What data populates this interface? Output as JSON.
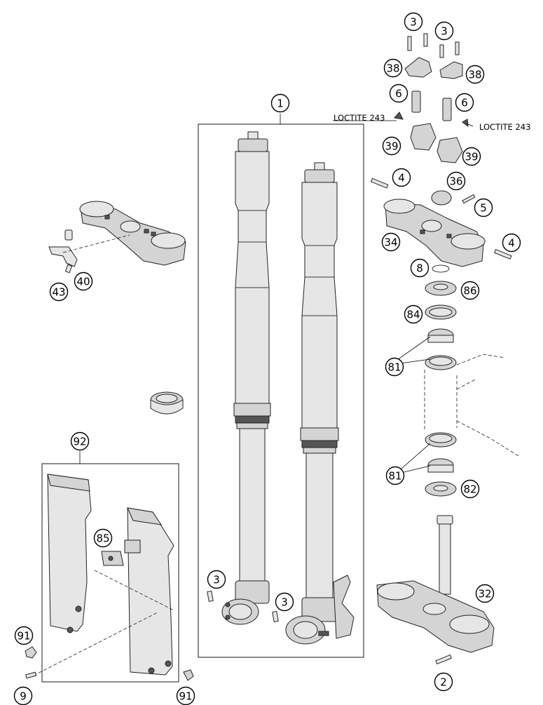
{
  "callouts": [
    {
      "id": "c1",
      "label": "1"
    },
    {
      "id": "c2",
      "label": "2"
    },
    {
      "id": "c3a",
      "label": "3"
    },
    {
      "id": "c3b",
      "label": "3"
    },
    {
      "id": "c3c",
      "label": "3"
    },
    {
      "id": "c3d",
      "label": "3"
    },
    {
      "id": "c4a",
      "label": "4"
    },
    {
      "id": "c4b",
      "label": "4"
    },
    {
      "id": "c5",
      "label": "5"
    },
    {
      "id": "c6a",
      "label": "6"
    },
    {
      "id": "c6b",
      "label": "6"
    },
    {
      "id": "c8",
      "label": "8"
    },
    {
      "id": "c9",
      "label": "9"
    },
    {
      "id": "c32",
      "label": "32"
    },
    {
      "id": "c34",
      "label": "34"
    },
    {
      "id": "c36",
      "label": "36"
    },
    {
      "id": "c38a",
      "label": "38"
    },
    {
      "id": "c38b",
      "label": "38"
    },
    {
      "id": "c39a",
      "label": "39"
    },
    {
      "id": "c39b",
      "label": "39"
    },
    {
      "id": "c40",
      "label": "40"
    },
    {
      "id": "c43",
      "label": "43"
    },
    {
      "id": "c81a",
      "label": "81"
    },
    {
      "id": "c81b",
      "label": "81"
    },
    {
      "id": "c82",
      "label": "82"
    },
    {
      "id": "c84",
      "label": "84"
    },
    {
      "id": "c85",
      "label": "85"
    },
    {
      "id": "c86",
      "label": "86"
    },
    {
      "id": "c91a",
      "label": "91"
    },
    {
      "id": "c91b",
      "label": "91"
    },
    {
      "id": "c92",
      "label": "92"
    }
  ],
  "notes": [
    {
      "id": "loctite-left",
      "text": "LOCTITE 243"
    },
    {
      "id": "loctite-right",
      "text": "LOCTITE 243"
    }
  ]
}
